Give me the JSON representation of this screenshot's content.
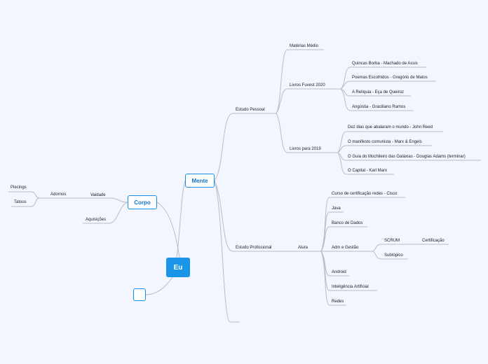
{
  "root": {
    "label": "Eu"
  },
  "corpo": {
    "label": "Corpo",
    "vaidade": "Vaidade",
    "adornos": "Adornos",
    "piercings": "Piecings",
    "tatoos": "Tatoos",
    "aquisicoes": "Aquisições"
  },
  "mente": {
    "label": "Mente",
    "estudo_pessoal": {
      "label": "Estudo Pessoal",
      "materias": "Matérias Médio",
      "fuvest": {
        "label": "Livros Fuvest 2020",
        "items": [
          "Quincas Borba - Machado de Assis",
          "Poemas Escolhidos - Gregório de Matos",
          "A Relíquia - Eça de Queiroz",
          "Angústia - Graciliano Ramos"
        ]
      },
      "livros2019": {
        "label": "Livros para 2019",
        "items": [
          "Dez dias que abalaram o mundo - John Reed",
          "O manifesto comunista - Marx & Engels",
          "O Guia do Mochileiro das Galáxias - Douglas Adams (terminar)",
          "O Capital - Karl Marx"
        ]
      }
    },
    "estudo_profissional": {
      "label": "Estudo Profissional",
      "alura": {
        "label": "Alura",
        "items": [
          "Curso de certificação redes - Cisco",
          "Java",
          "Banco de Dados",
          "Adm e Gestão",
          "Android",
          "Inteligência Artificial",
          "Redes"
        ],
        "scrum": "SCRUM",
        "certificacao": "Certificação",
        "subtopico": "Subtópico"
      }
    }
  },
  "blank_node": {
    "label": ""
  },
  "colors": {
    "accent": "#1b95e8",
    "line": "#b8bcc6",
    "background": "#f3f6fe"
  }
}
